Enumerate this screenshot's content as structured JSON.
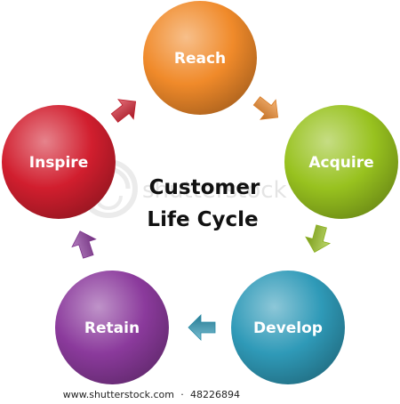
{
  "diagram": {
    "title_lines": [
      "Customer",
      "Life Cycle"
    ],
    "nodes": [
      {
        "label": "Reach",
        "color": "#f08a2a"
      },
      {
        "label": "Acquire",
        "color": "#98c21f"
      },
      {
        "label": "Develop",
        "color": "#2f9ab8"
      },
      {
        "label": "Retain",
        "color": "#8b3a9c"
      },
      {
        "label": "Inspire",
        "color": "#d11e2e"
      }
    ],
    "arrows": [
      {
        "from": "Reach",
        "to": "Acquire",
        "color": "#f08a2a"
      },
      {
        "from": "Acquire",
        "to": "Develop",
        "color": "#98c21f"
      },
      {
        "from": "Develop",
        "to": "Retain",
        "color": "#2f9ab8"
      },
      {
        "from": "Retain",
        "to": "Inspire",
        "color": "#8b3a9c"
      },
      {
        "from": "Inspire",
        "to": "Reach",
        "color": "#d11e2e"
      }
    ]
  },
  "watermark": {
    "text": "shutterstock"
  },
  "footer": {
    "site": "www.shutterstock.com",
    "separator": "·",
    "image_number": "48226894"
  }
}
